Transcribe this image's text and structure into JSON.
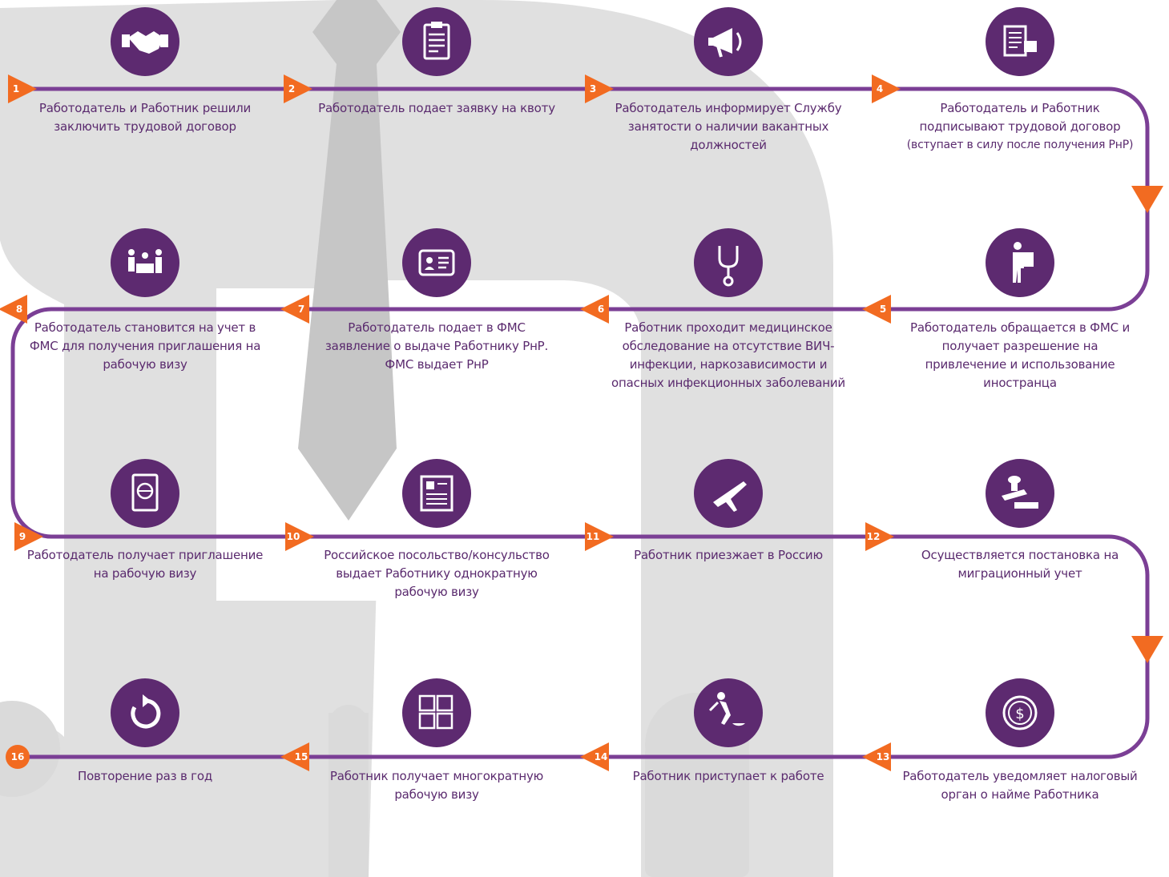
{
  "colors": {
    "purple": "#7b3f95",
    "icon_purple": "#5d2a70",
    "orange": "#f26b21",
    "background_shape": "#d9d9d9",
    "tie": "#c6c6c6",
    "text": "#5a2a6e"
  },
  "steps": [
    {
      "number": "1",
      "icon": "handshake-icon",
      "text": "Работодатель и Работник решили заключить трудовой договор"
    },
    {
      "number": "2",
      "icon": "clipboard-icon",
      "text": "Работодатель подает заявку на квоту"
    },
    {
      "number": "3",
      "icon": "megaphone-icon",
      "text": "Работодатель информирует Службу занятости о наличии вакантных должностей"
    },
    {
      "number": "4",
      "icon": "contract-sign-icon",
      "text": "Работодатель и Работник подписывают трудовой договор",
      "note": "(вступает в силу после получения РнР)"
    },
    {
      "number": "5",
      "icon": "person-document-icon",
      "text": "Работодатель обращается в ФМС и получает разрешение на привлечение и использование иностранца"
    },
    {
      "number": "6",
      "icon": "stethoscope-icon",
      "text": "Работник проходит медицинское обследование на отсутствие ВИЧ-инфекции, наркозависимости и опасных инфекционных заболеваний"
    },
    {
      "number": "7",
      "icon": "id-card-icon",
      "text": "Работодатель подает в ФМС заявление о выдаче Работнику РнР. ФМС выдает РнР"
    },
    {
      "number": "8",
      "icon": "office-people-icon",
      "text": "Работодатель становится на учет в ФМС для получения приглашения на рабочую визу"
    },
    {
      "number": "9",
      "icon": "passport-icon",
      "text": "Работодатель получает приглашение на рабочую визу"
    },
    {
      "number": "10",
      "icon": "visa-document-icon",
      "text": "Российское посольство/консульство выдает Работнику однократную рабочую визу"
    },
    {
      "number": "11",
      "icon": "airplane-icon",
      "text": "Работник приезжает в Россию"
    },
    {
      "number": "12",
      "icon": "stamp-icon",
      "text": "Осуществляется постановка на миграционный учет"
    },
    {
      "number": "13",
      "icon": "coin-icon",
      "text": "Работодатель уведомляет налоговый орган о найме Работника"
    },
    {
      "number": "14",
      "icon": "worker-icon",
      "text": "Работник приступает к работе"
    },
    {
      "number": "15",
      "icon": "multi-visa-icon",
      "text": "Работник получает многократную рабочую визу"
    },
    {
      "number": "16",
      "icon": "repeat-icon",
      "text": "Повторение раз в год"
    }
  ]
}
